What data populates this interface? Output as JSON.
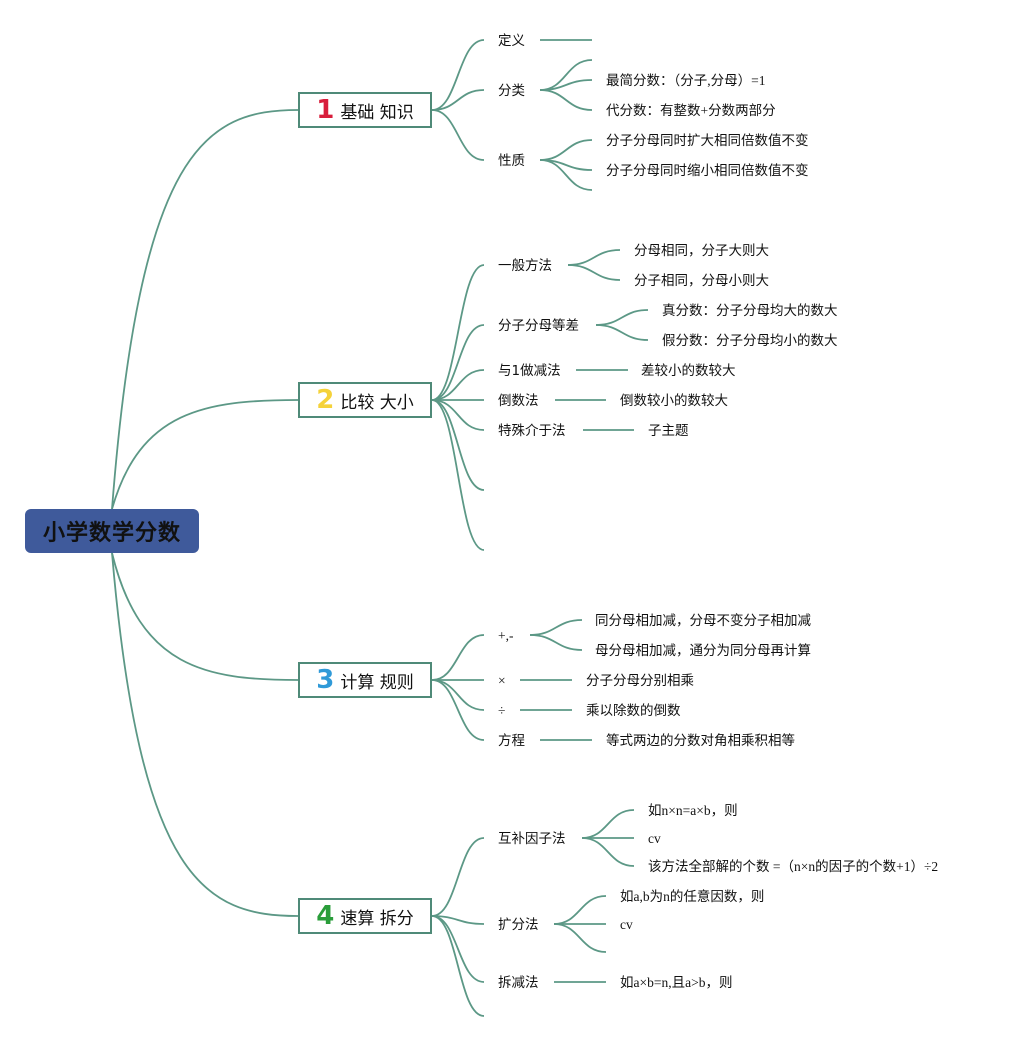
{
  "root": {
    "title": "小学数学分数"
  },
  "colors": {
    "root_bg": "#3f5a9b",
    "line": "#5c9886",
    "num1": "#d81e3c",
    "num2": "#f5d23a",
    "num3": "#2f9ad8",
    "num4": "#2a9d3a"
  },
  "branches": [
    {
      "num": "1",
      "label": "基础 知识",
      "children": [
        {
          "label": "定义",
          "children": []
        },
        {
          "label": "分类",
          "children": [
            "最简分数：（分子,分母）=1",
            "代分数：有整数+分数两部分"
          ]
        },
        {
          "label": "性质",
          "children": [
            "分子分母同时扩大相同倍数值不变",
            "分子分母同时缩小相同倍数值不变"
          ]
        }
      ]
    },
    {
      "num": "2",
      "label": "比较 大小",
      "children": [
        {
          "label": "一般方法",
          "children": [
            "分母相同，分子大则大",
            "分子相同，分母小则大"
          ]
        },
        {
          "label": "分子分母等差",
          "children": [
            "真分数：分子分母均大的数大",
            "假分数：分子分母均小的数大"
          ]
        },
        {
          "label": "与1做减法",
          "children": [
            "差较小的数较大"
          ]
        },
        {
          "label": "倒数法",
          "children": [
            "倒数较小的数较大"
          ]
        },
        {
          "label": "特殊介于法",
          "children": [
            "子主题"
          ]
        }
      ]
    },
    {
      "num": "3",
      "label": "计算 规则",
      "children": [
        {
          "label": "+,-",
          "children": [
            "同分母相加减，分母不变分子相加减",
            "母分母相加减，通分为同分母再计算"
          ]
        },
        {
          "label": "×",
          "children": [
            "分子分母分别相乘"
          ]
        },
        {
          "label": "÷",
          "children": [
            "乘以除数的倒数"
          ]
        },
        {
          "label": "方程",
          "children": [
            "等式两边的分数对角相乘积相等"
          ]
        }
      ]
    },
    {
      "num": "4",
      "label": "速算 拆分",
      "children": [
        {
          "label": "互补因子法",
          "children": [
            "如n×n=a×b，则",
            "cv",
            "该方法全部解的个数 =（n×n的因子的个数+1）÷2"
          ]
        },
        {
          "label": "扩分法",
          "children": [
            "如a,b为n的任意因数，则",
            "cv"
          ]
        },
        {
          "label": "拆减法",
          "children": [
            "如a×b=n,且a>b，则"
          ]
        }
      ]
    }
  ]
}
